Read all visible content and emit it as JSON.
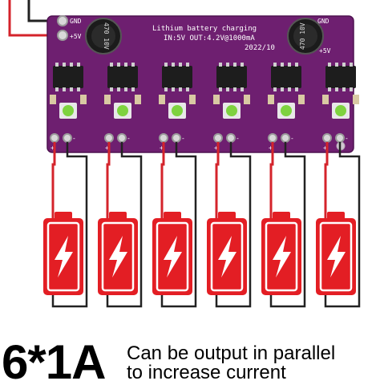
{
  "board": {
    "title": "Lithium battery charging",
    "spec": "IN:5V OUT:4.2V@1000mA",
    "date": "2022/10",
    "pin_left_gnd": "GND",
    "pin_left_5v": "+5V",
    "pin_right_gnd": "GND",
    "pin_right_5v": "+5V",
    "capacitor_left": "470 10V",
    "capacitor_right": "470 10V",
    "channel_count": 6,
    "output_plus": "+",
    "output_minus": "-"
  },
  "caption": {
    "headline": "6*1A",
    "line1": "Can be output in parallel",
    "line2": "to increase current"
  },
  "colors": {
    "board": "#6e1f70",
    "battery": "#e31e24",
    "wire_red": "#d4232b",
    "wire_black": "#222222",
    "led": "#7ed23f"
  }
}
